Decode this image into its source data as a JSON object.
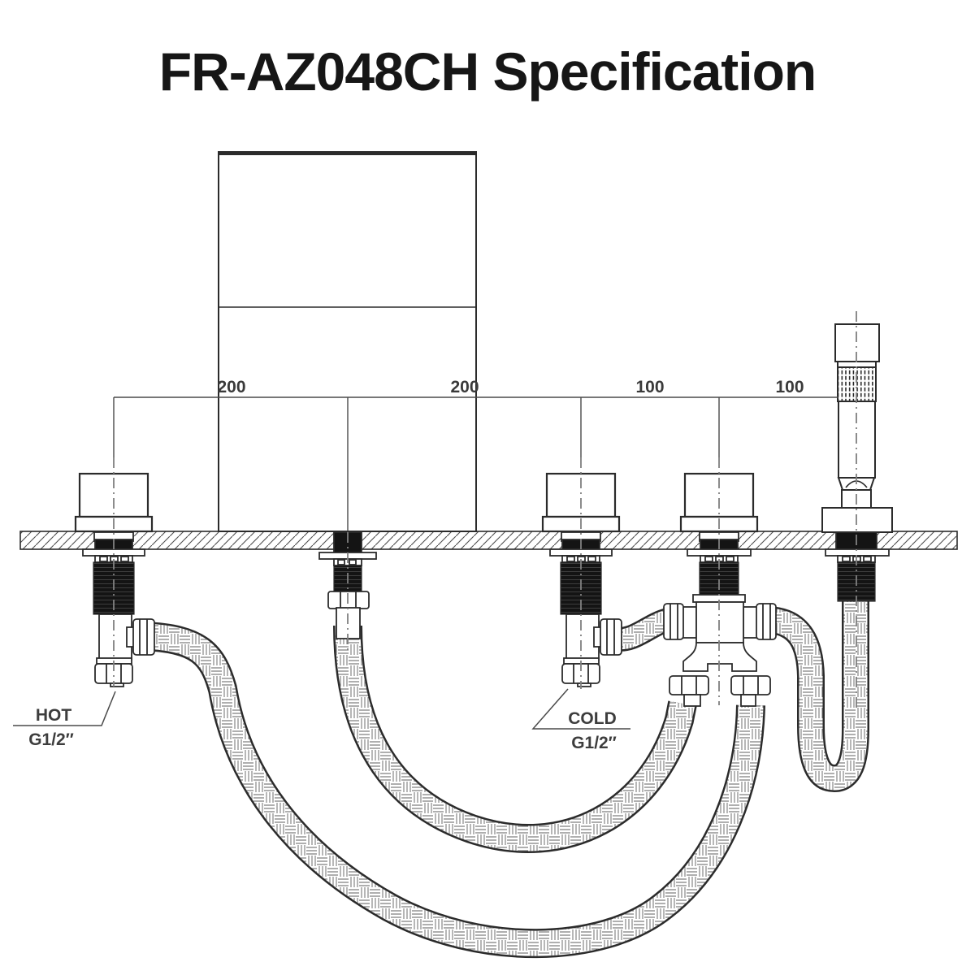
{
  "title": "FR-AZ048CH Specification",
  "dimensions": {
    "labels": [
      "200",
      "200",
      "100",
      "100"
    ]
  },
  "supply_labels": {
    "hot": {
      "name": "HOT",
      "thread": "G1/2″"
    },
    "cold": {
      "name": "COLD",
      "thread": "G1/2″"
    }
  },
  "colors": {
    "line": "#2b2b2b",
    "dim_text": "#3a3a3a",
    "label_text": "#3d3d3d",
    "thread_fill": "#141414",
    "background": "#ffffff"
  }
}
